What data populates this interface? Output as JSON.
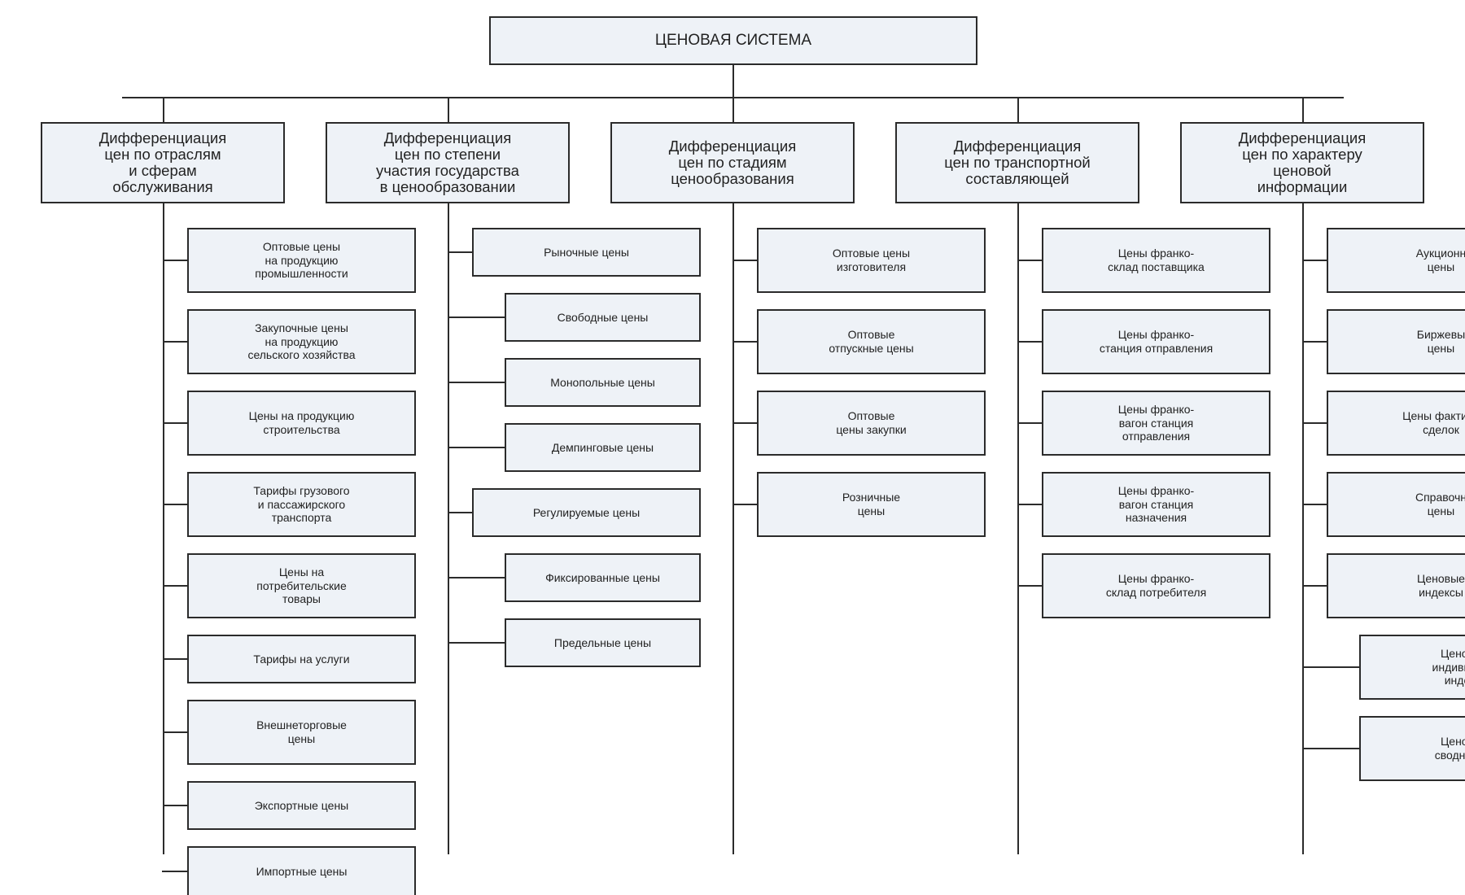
{
  "root": "ЦЕНОВАЯ СИСТЕМА",
  "categories": [
    {
      "label": "Дифференциация\nцен по отраслям\nи сферам\nобслуживания",
      "items": [
        "Оптовые цены\nна продукцию\nпромышленности",
        "Закупочные цены\nна продукцию\nсельского хозяйства",
        "Цены на продукцию\nстроительства",
        "Тарифы грузового\nи пассажирского\nтранспорта",
        "Цены на\nпотребительские\nтовары",
        "Тарифы на услуги",
        "Внешнеторговые\nцены",
        "Экспортные цены",
        "Импортные цены"
      ]
    },
    {
      "label": "Дифференциация\nцен по степени\nучастия государства\nв ценообразовании",
      "items": [
        "Рыночные цены",
        "Свободные цены",
        "Монопольные цены",
        "Демпинговые цены",
        "Регулируемые цены",
        "Фиксированные цены",
        "Предельные цены"
      ]
    },
    {
      "label": "Дифференциация\nцен по стадиям\nценообразования",
      "items": [
        "Оптовые цены\nизготовителя",
        "Оптовые\nотпускные цены",
        "Оптовые\nцены закупки",
        "Розничные\nцены"
      ]
    },
    {
      "label": "Дифференциация\nцен по транспортной\nсоставляющей",
      "items": [
        "Цены франко-\nсклад поставщика",
        "Цены франко-\nстанция отправления",
        "Цены франко-\nвагон станция\nотправления",
        "Цены франко-\nвагон станция\nназначения",
        "Цены франко-\nсклад потребителя"
      ]
    },
    {
      "label": "Дифференциация\nцен по характеру\nценовой\nинформации",
      "items": [
        "Аукционн\nцены",
        "Биржевы\nцены",
        "Цены фактиче\nсделок",
        "Справочн\nцены",
        "Ценовые\nиндексы",
        "Ценов\nиндивиду\nинде",
        "Ценов\nсводный"
      ]
    }
  ],
  "colors": {
    "box_fill": "#eef2f7",
    "stroke": "#2b2b2b"
  }
}
